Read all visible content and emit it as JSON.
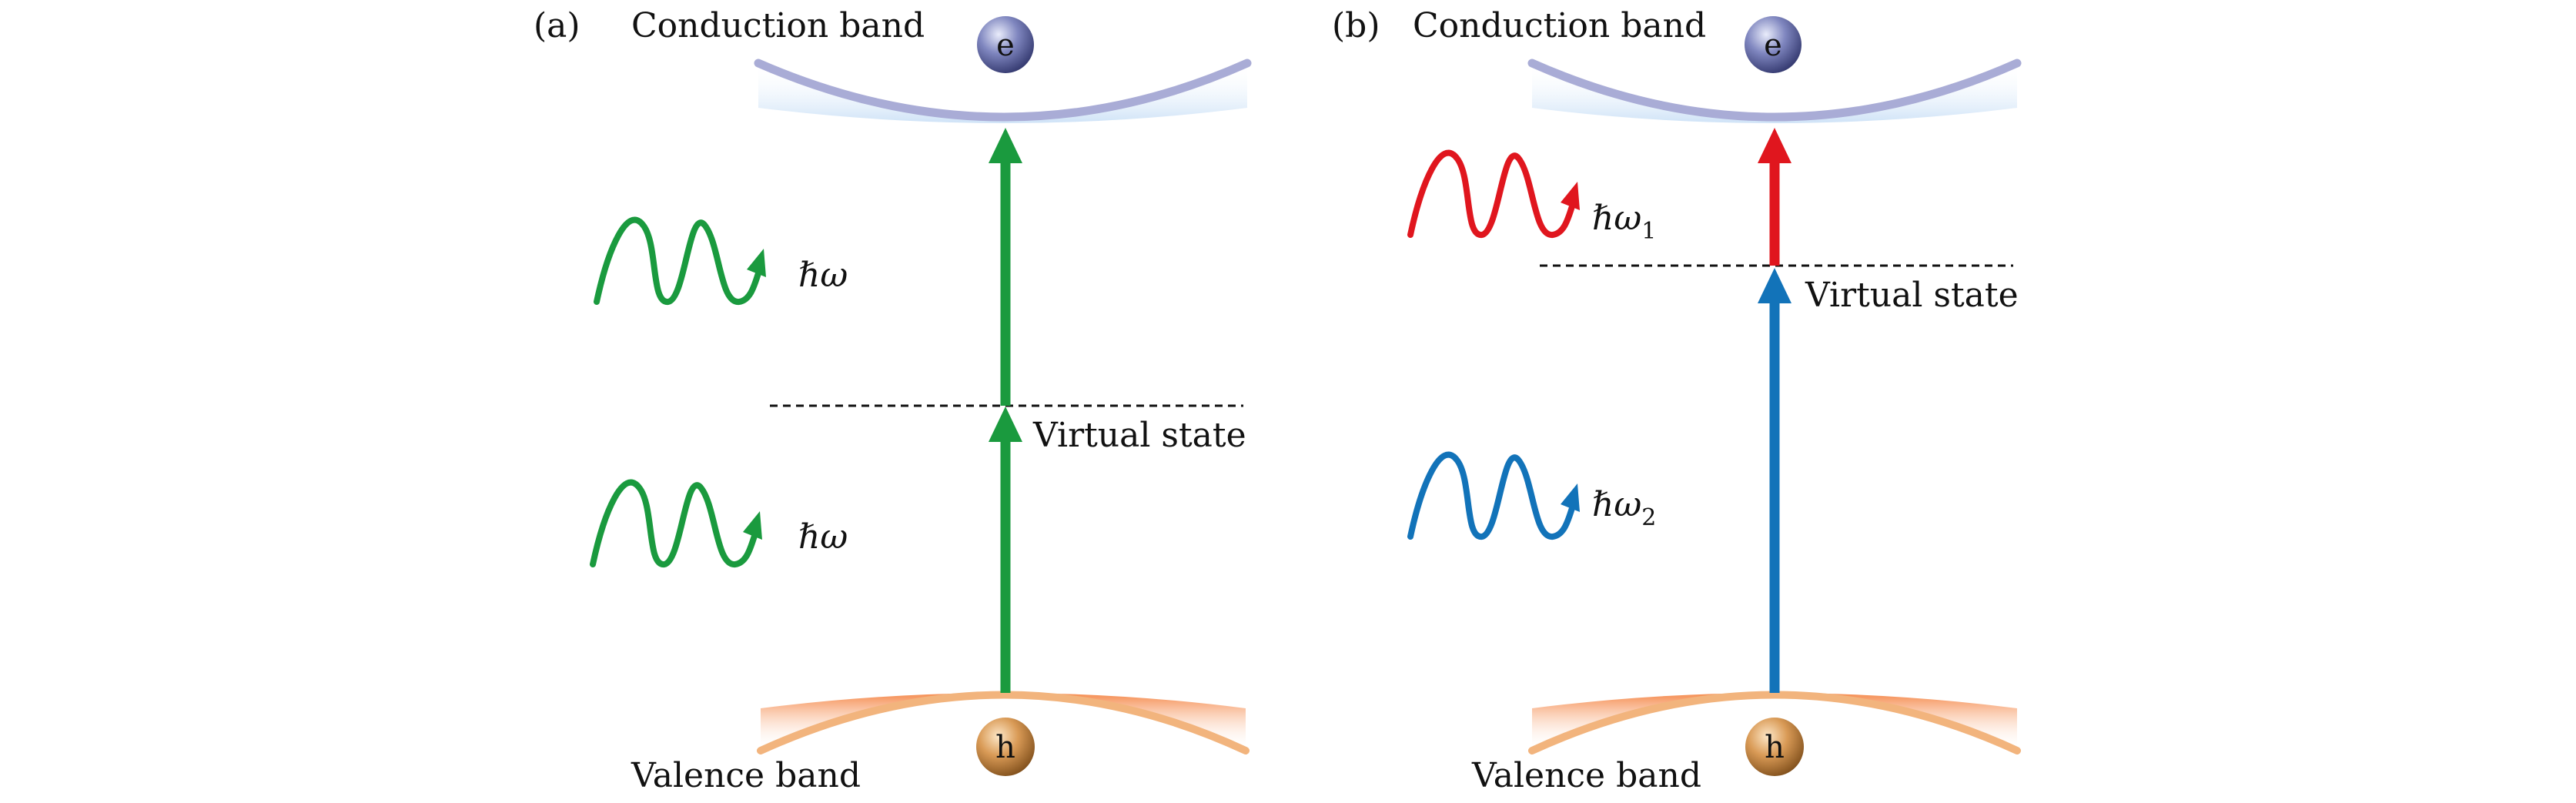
{
  "colors": {
    "green": "#1a9a3e",
    "red": "#e0161e",
    "blue": "#1273b9",
    "conduction_band": "#a9acd6",
    "valence_band": "#f2b47d"
  },
  "panel_a": {
    "label": "(a)",
    "conduction_band": "Conduction band",
    "valence_band": "Valence band",
    "virtual_state": "Virtual state",
    "electron": "e",
    "hole": "h",
    "photon_upper": {
      "symbol": "ℏω",
      "subscript": ""
    },
    "photon_lower": {
      "symbol": "ℏω",
      "subscript": ""
    }
  },
  "panel_b": {
    "label": "(b)",
    "conduction_band": "Conduction band",
    "valence_band": "Valence band",
    "virtual_state": "Virtual state",
    "electron": "e",
    "hole": "h",
    "photon_upper": {
      "symbol": "ℏω",
      "subscript": "1"
    },
    "photon_lower": {
      "symbol": "ℏω",
      "subscript": "2"
    }
  }
}
